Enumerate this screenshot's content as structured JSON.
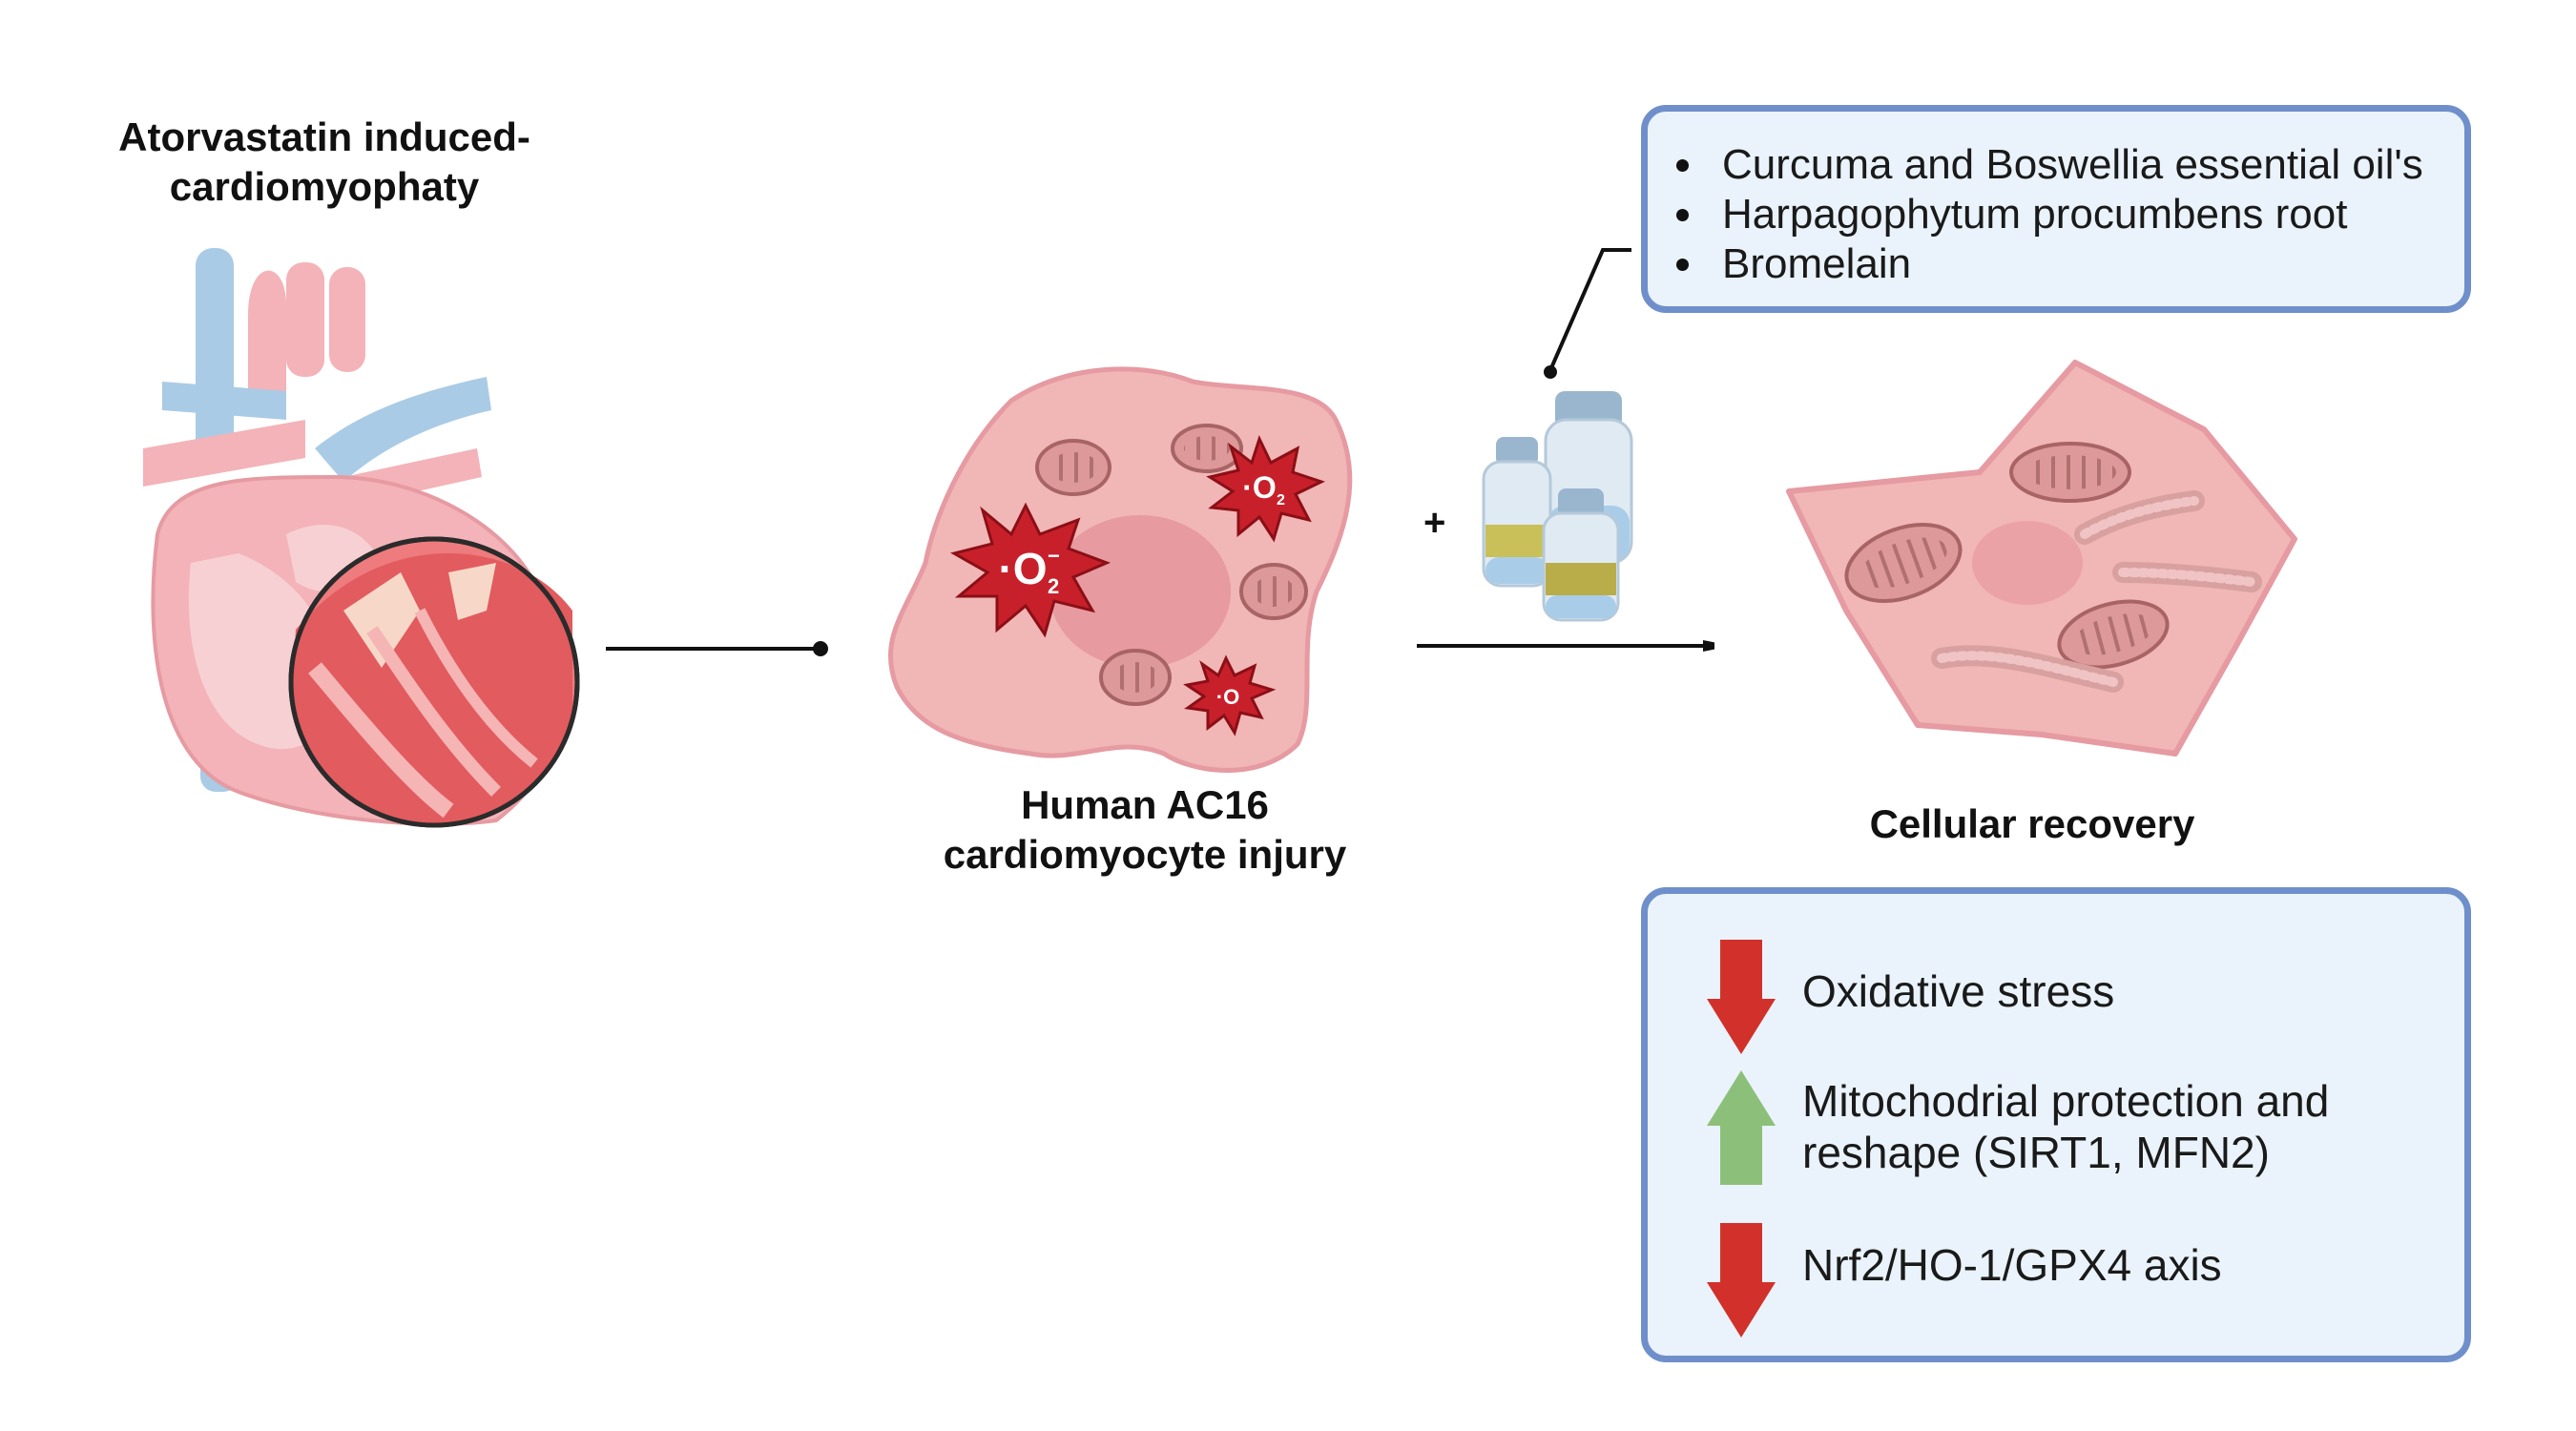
{
  "heart_label": [
    "Atorvastatin induced-",
    "cardiomyophaty"
  ],
  "injury_label": [
    "Human AC16",
    "cardiomyocyte injury"
  ],
  "recovery_label": "Cellular recovery",
  "plus_sign": "+",
  "treatments": [
    "Curcuma and Boswellia essential oil's",
    "Harpagophytum procumbens root",
    "Bromelain"
  ],
  "outcomes": [
    {
      "lines": [
        "Oxidative stress"
      ],
      "direction": "down",
      "color": "#d1312a"
    },
    {
      "lines": [
        "Mitochodrial protection and",
        "reshape (SIRT1, MFN2)"
      ],
      "direction": "up",
      "color": "#8cc07a"
    },
    {
      "lines": [
        "Nrf2/HO-1/GPX4 axis"
      ],
      "direction": "down",
      "color": "#d1312a"
    }
  ],
  "colors": {
    "box_border": "#6f8fcb",
    "box_fill": "#eaf3fb",
    "cell_fill": "#f1b6b6",
    "ros_red": "#c8202b"
  },
  "icons": [
    "heart-anatomy-icon",
    "injured-cell-icon",
    "ros-burst-icon",
    "mitochondria-icon",
    "vials-icon",
    "healthy-cell-icon"
  ]
}
